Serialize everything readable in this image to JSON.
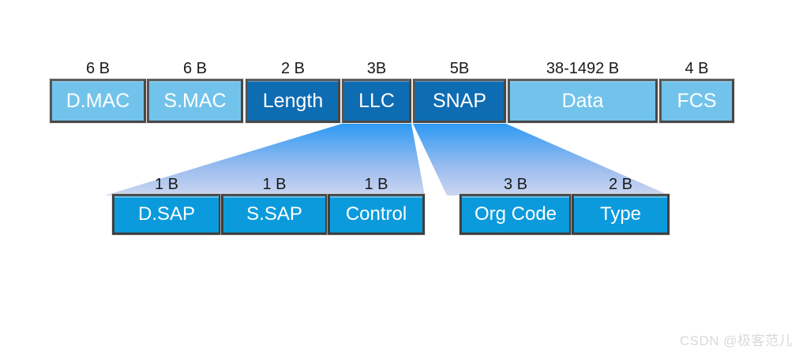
{
  "frame": {
    "fields": [
      {
        "size": "6 B",
        "label": "D.MAC"
      },
      {
        "size": "6 B",
        "label": "S.MAC"
      },
      {
        "size": "2 B",
        "label": "Length"
      },
      {
        "size": "3B",
        "label": "LLC"
      },
      {
        "size": "5B",
        "label": "SNAP"
      },
      {
        "size": "38-1492 B",
        "label": "Data"
      },
      {
        "size": "4 B",
        "label": "FCS"
      }
    ]
  },
  "llc_expansion": {
    "fields": [
      {
        "size": "1 B",
        "label": "D.SAP"
      },
      {
        "size": "1 B",
        "label": "S.SAP"
      },
      {
        "size": "1 B",
        "label": "Control"
      }
    ]
  },
  "snap_expansion": {
    "fields": [
      {
        "size": "3 B",
        "label": "Org Code"
      },
      {
        "size": "2 B",
        "label": "Type"
      }
    ]
  },
  "watermark": "CSDN @极客范儿",
  "colors": {
    "field_light_blue": "#72C3EB",
    "field_dark_blue": "#0E6CB2",
    "subfield_blue": "#0B9BDC",
    "funnel_gradient_top": "#2E9AF4",
    "funnel_gradient_bottom": "#CBD6F1",
    "size_label_text": "#1a1a1a",
    "box_text": "#ffffff",
    "watermark_text": "#d9d9d9"
  }
}
